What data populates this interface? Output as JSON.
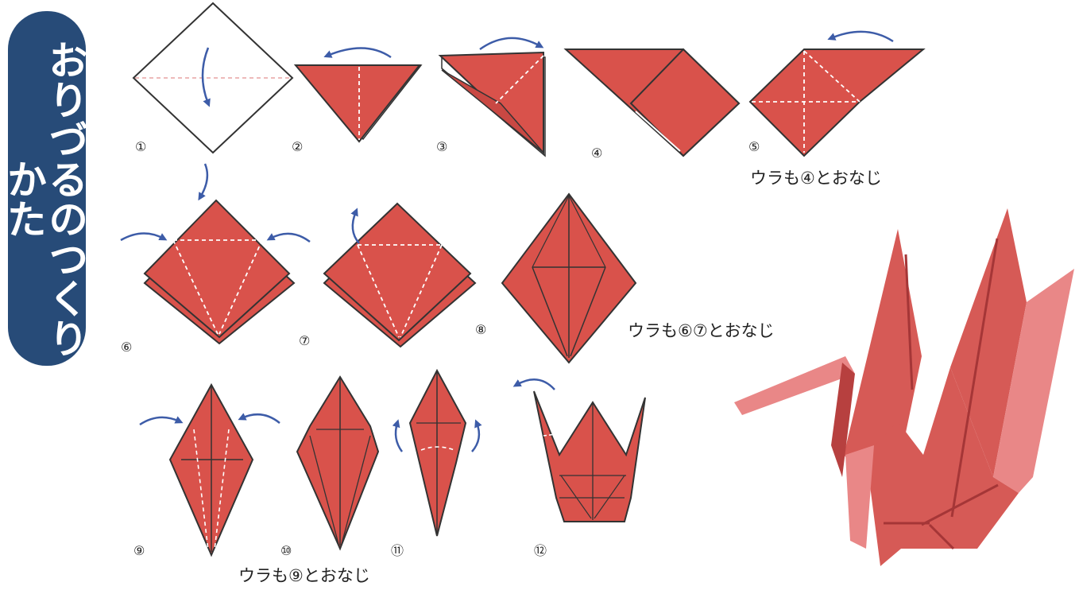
{
  "title": "おりづるのつくりかた",
  "steps": [
    "①",
    "②",
    "③",
    "④",
    "⑤",
    "⑥",
    "⑦",
    "⑧",
    "⑨",
    "⑩",
    "⑪",
    "⑫"
  ],
  "notes": {
    "after_5": "ウラも④とおなじ",
    "after_8": "ウラも⑥⑦とおなじ",
    "after_11": "ウラも⑨とおなじ"
  },
  "colors": {
    "paper": "#d9524b",
    "edge": "#3a3a3a",
    "arrow": "#3d5ca8",
    "title_bg": "#274b78",
    "crane_main": "#d65a56",
    "crane_light": "#e98787",
    "crane_dark": "#b7403f"
  }
}
